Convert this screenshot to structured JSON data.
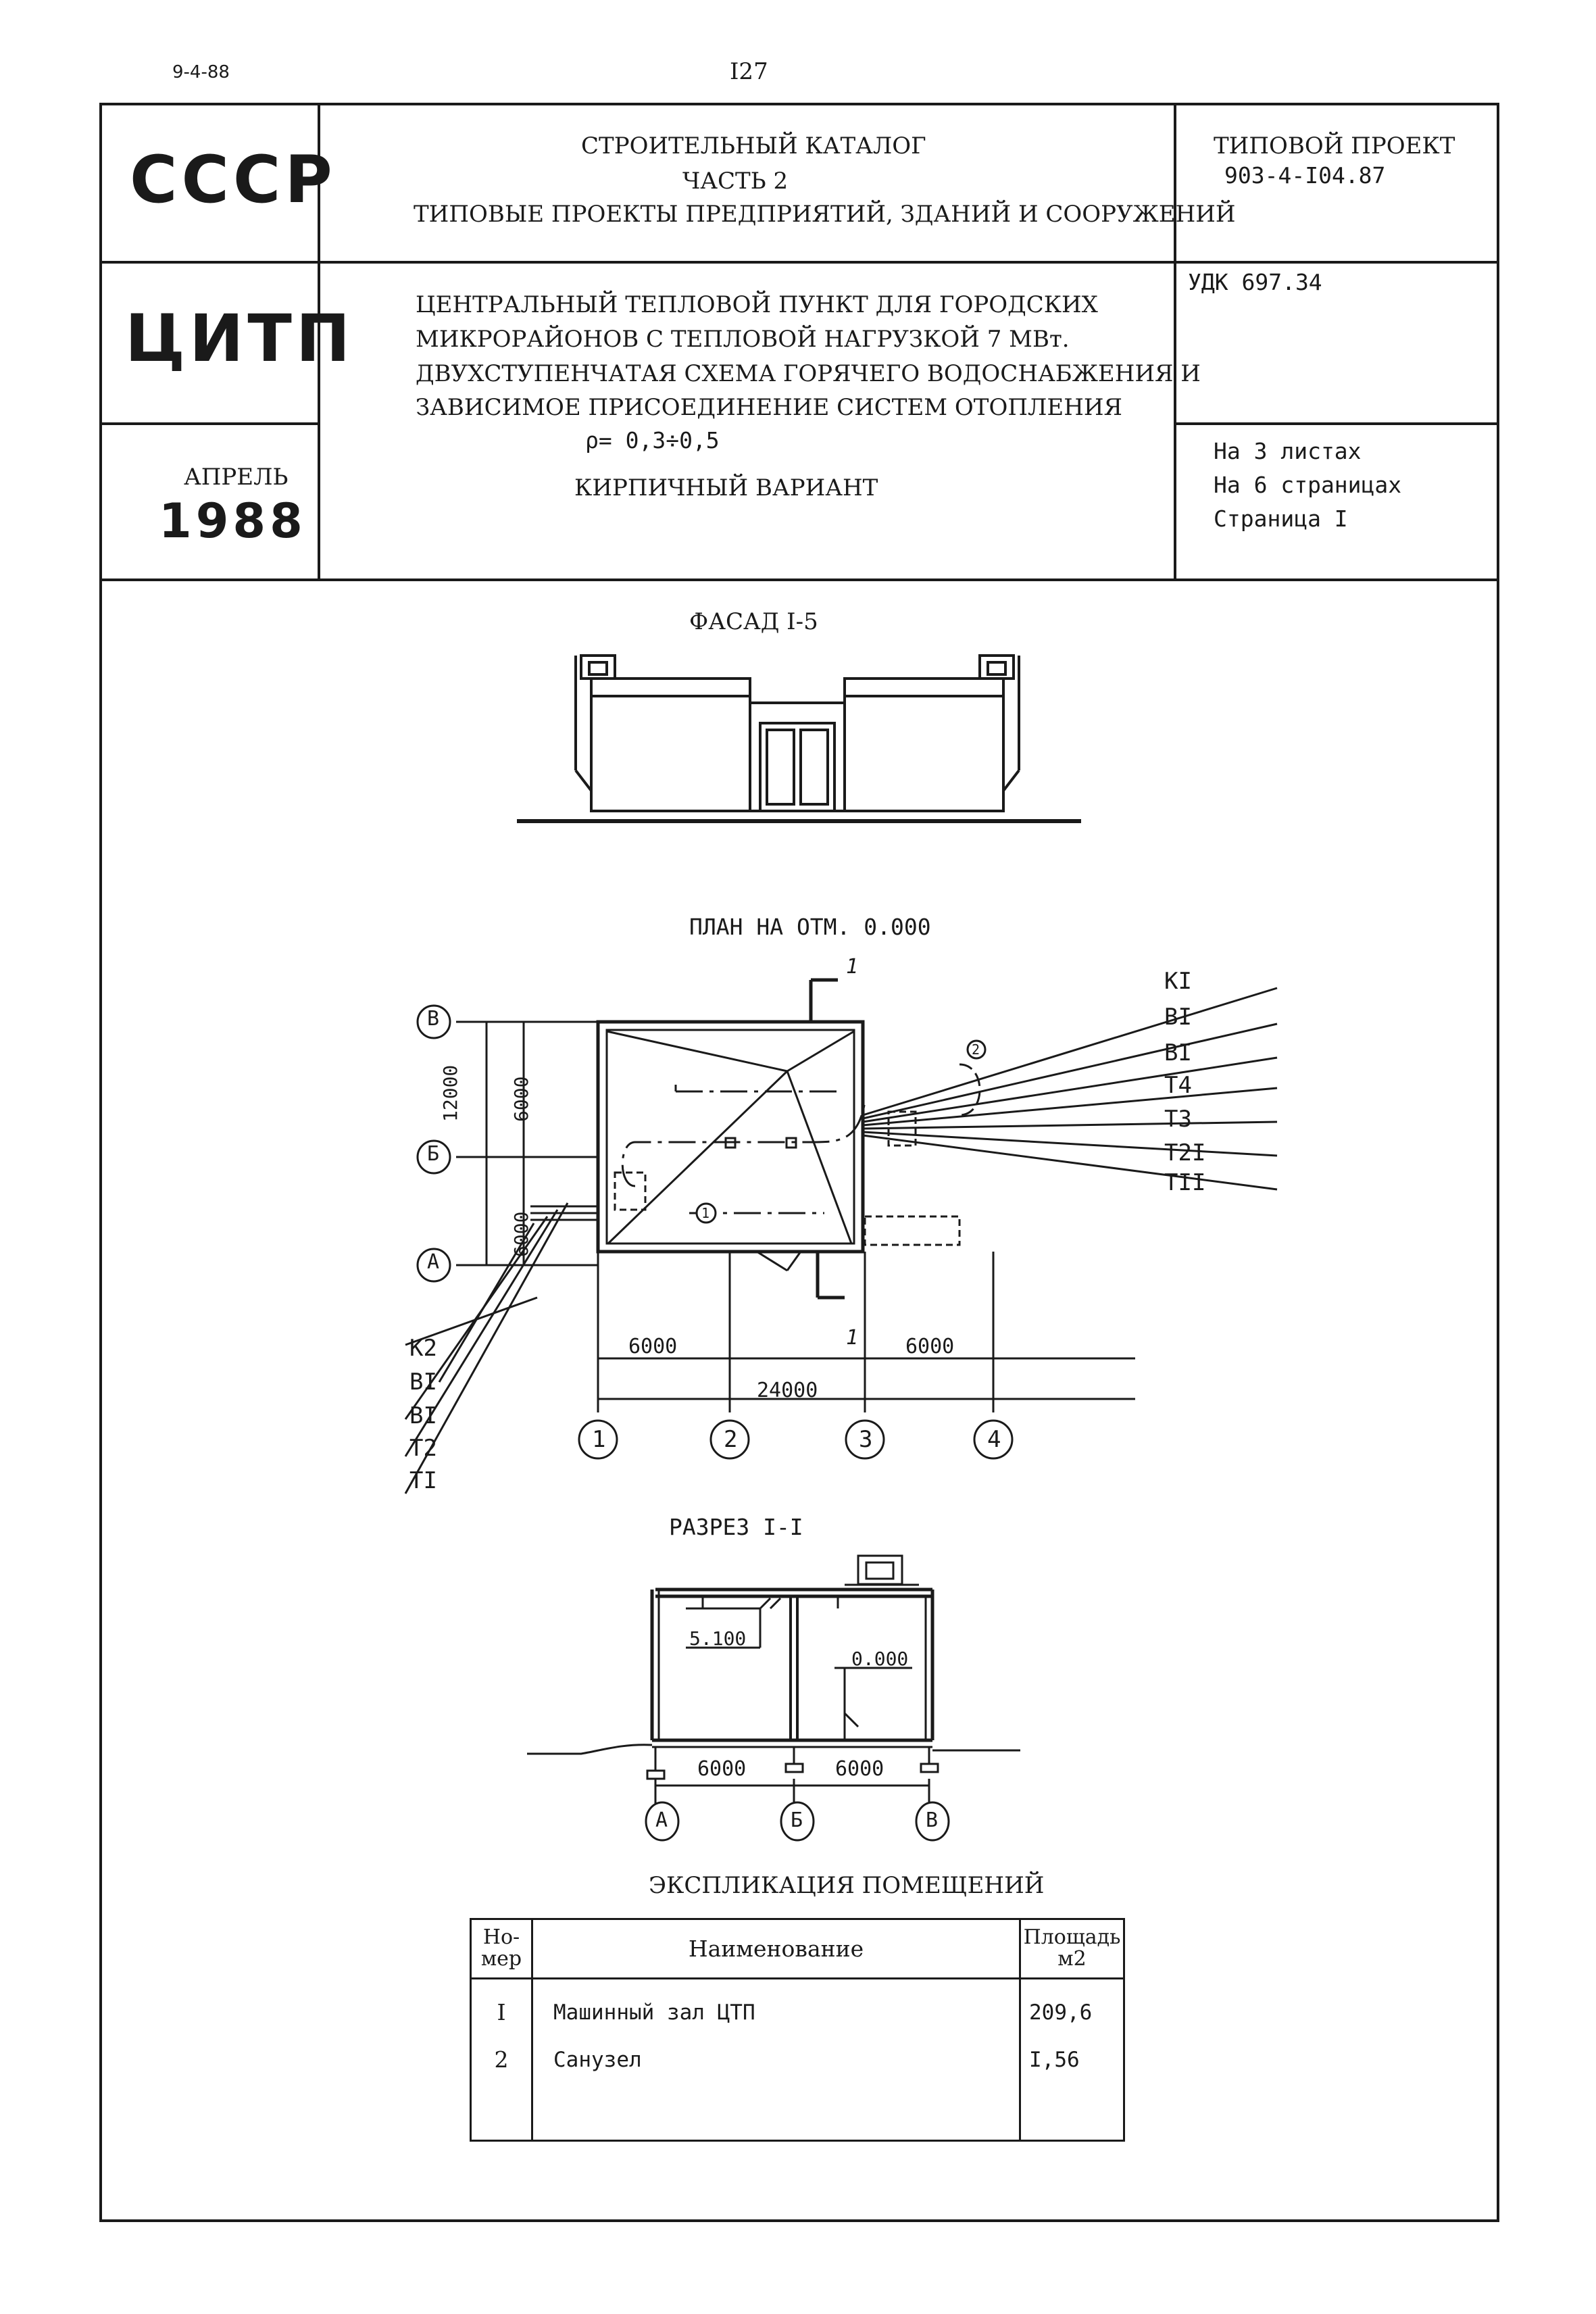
{
  "top": {
    "date_code": "9-4-88",
    "page_number": "I27"
  },
  "header": {
    "country": "СССР",
    "org": "ЦИТП",
    "month": "АПРЕЛЬ",
    "year": "1988",
    "catalog_line1": "СТРОИТЕЛЬНЫЙ КАТАЛОГ",
    "catalog_line2": "ЧАСТЬ 2",
    "catalog_line3": "ТИПОВЫЕ ПРОЕКТЫ ПРЕДПРИЯТИЙ, ЗДАНИЙ И СООРУЖЕНИЙ",
    "project_label": "ТИПОВОЙ ПРОЕКТ",
    "project_number": "903-4-I04.87",
    "udk": "УДК 697.34",
    "title_line1": "ЦЕНТРАЛЬНЫЙ ТЕПЛОВОЙ ПУНКТ ДЛЯ ГОРОДСКИХ",
    "title_line2": "МИКРОРАЙОНОВ С ТЕПЛОВОЙ НАГРУЗКОЙ 7 МВт.",
    "title_line3": "ДВУХСТУПЕНЧАТАЯ СХЕМА ГОРЯЧЕГО ВОДОСНАБЖЕНИЯ И",
    "title_line4": "ЗАВИСИМОЕ ПРИСОЕДИНЕНИЕ СИСТЕМ ОТОПЛЕНИЯ",
    "rho_line": "ρ= 0,3÷0,5",
    "variant": "КИРПИЧНЫЙ ВАРИАНТ",
    "sheets": "На 3 листах",
    "pages": "На 6 страницах",
    "page": "Страница I"
  },
  "facade": {
    "title": "ФАСАД I-5"
  },
  "plan": {
    "title": "ПЛАН НА ОТМ. 0.000",
    "axes_rows": [
      "В",
      "Б",
      "А"
    ],
    "axes_cols": [
      "1",
      "2",
      "3",
      "4"
    ],
    "dim_total_height": "12000",
    "dim_upper": "6000",
    "dim_lower": "6000",
    "dim_left": "6000",
    "dim_right": "6000",
    "dim_total": "24000",
    "section_mark": "1",
    "room_1": "1",
    "room_2": "2",
    "pipes_right": [
      "KI",
      "BI",
      "BI",
      "T4",
      "T3",
      "T2I",
      "TII"
    ],
    "pipes_left": [
      "K2",
      "BI",
      "BI",
      "T2",
      "TI"
    ]
  },
  "section": {
    "title": "РАЗРЕЗ I-I",
    "level_high": "5.100",
    "level_zero": "0.000",
    "dim_left": "6000",
    "dim_right": "6000",
    "axes": [
      "А",
      "Б",
      "В"
    ]
  },
  "explication": {
    "title": "ЭКСПЛИКАЦИЯ ПОМЕЩЕНИЙ",
    "col_num": "Но-\nмер",
    "col_name": "Наименование",
    "col_area": "Площадь\nм2",
    "rows": [
      {
        "num": "I",
        "name": "Машинный зал ЦТП",
        "area": "209,6"
      },
      {
        "num": "2",
        "name": "Санузел",
        "area": "I,56"
      }
    ]
  }
}
